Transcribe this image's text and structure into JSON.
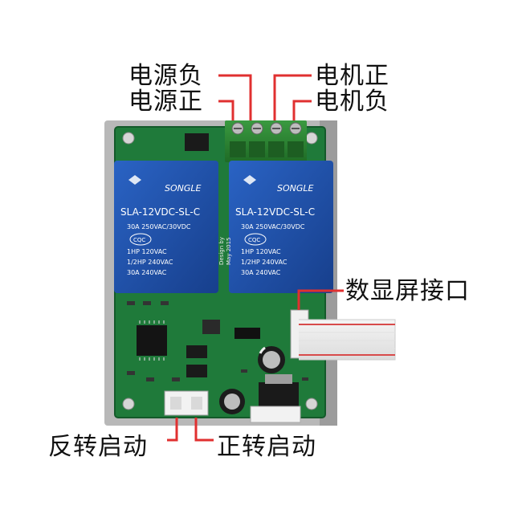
{
  "labels": {
    "power_negative": "电源负",
    "power_positive": "电源正",
    "motor_positive": "电机正",
    "motor_negative": "电机负",
    "display_port": "数显屏接口",
    "reverse_start": "反转启动",
    "forward_start": "正转启动"
  },
  "relay": {
    "brand": "SONGLE",
    "model": "SLA-12VDC-SL-C",
    "rating1": "30A  250VAC/30VDC",
    "cert": "CQC",
    "rating2": "1HP 120VAC",
    "rating3": "1/2HP 240VAC",
    "rating4": "30A 240VAC"
  },
  "board": {
    "design_text": "Design by",
    "date_text": "May 2015"
  },
  "colors": {
    "board": "#1f7a3a",
    "relay": "#1e4fa8",
    "terminal": "#2e7d32",
    "leader": "#e03030",
    "ribbon_stripe": "#d84b4b"
  }
}
